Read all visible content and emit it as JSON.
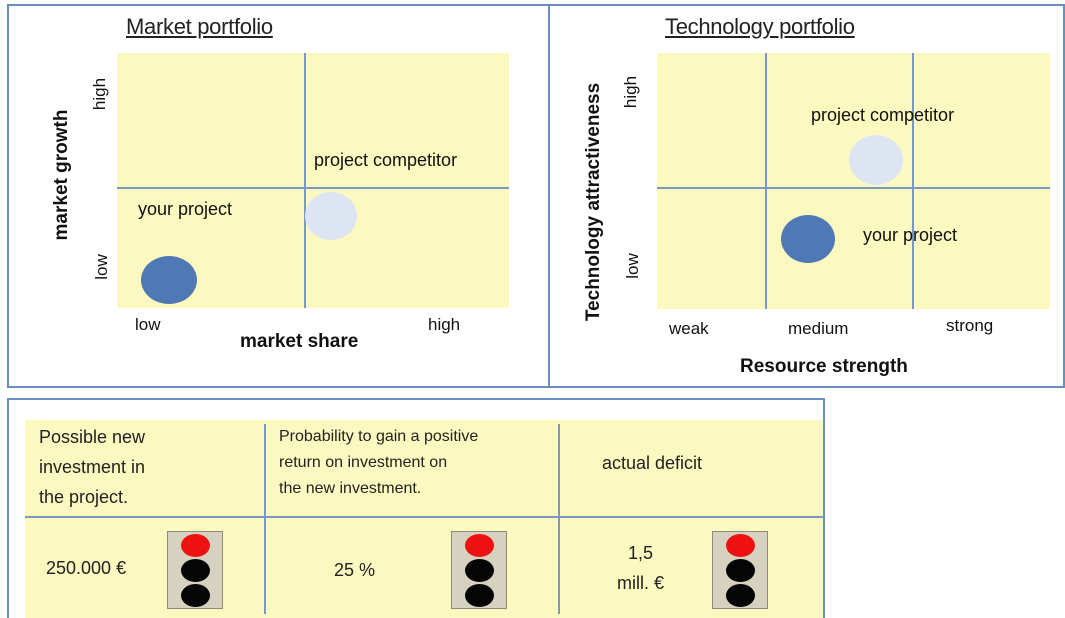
{
  "market": {
    "title": "Market portfolio",
    "y_axis": "market growth",
    "y_high": "high",
    "y_low": "low",
    "x_axis": "market share",
    "x_low": "low",
    "x_high": "high",
    "competitor_label": "project competitor",
    "your_label": "your project"
  },
  "tech": {
    "title": "Technology portfolio",
    "y_axis": "Technology attractiveness",
    "y_high": "high",
    "y_low": "low",
    "x_axis": "Resource strength",
    "x_weak": "weak",
    "x_medium": "medium",
    "x_strong": "strong",
    "competitor_label": "project competitor",
    "your_label": "your project"
  },
  "table": {
    "col1_header": [
      "Possible new",
      "investment in",
      "the project."
    ],
    "col2_header": [
      "Probability to gain a positive",
      "return on investment  on",
      "the new investment."
    ],
    "col3_header": "actual deficit",
    "col1_value": "250.000 €",
    "col2_value": "25 %",
    "col3_value": [
      "1,5",
      "mill. €"
    ]
  },
  "traffic_light": {
    "active": "red",
    "lamps": [
      "red",
      "off",
      "off"
    ]
  },
  "colors": {
    "plot_bg": "#fbf8c0",
    "your_project": "#4e79b5",
    "competitor": "#dce5f1",
    "lines": "#7b97c4",
    "frame": "#6a8ec1",
    "red_lamp": "#ee1111"
  }
}
